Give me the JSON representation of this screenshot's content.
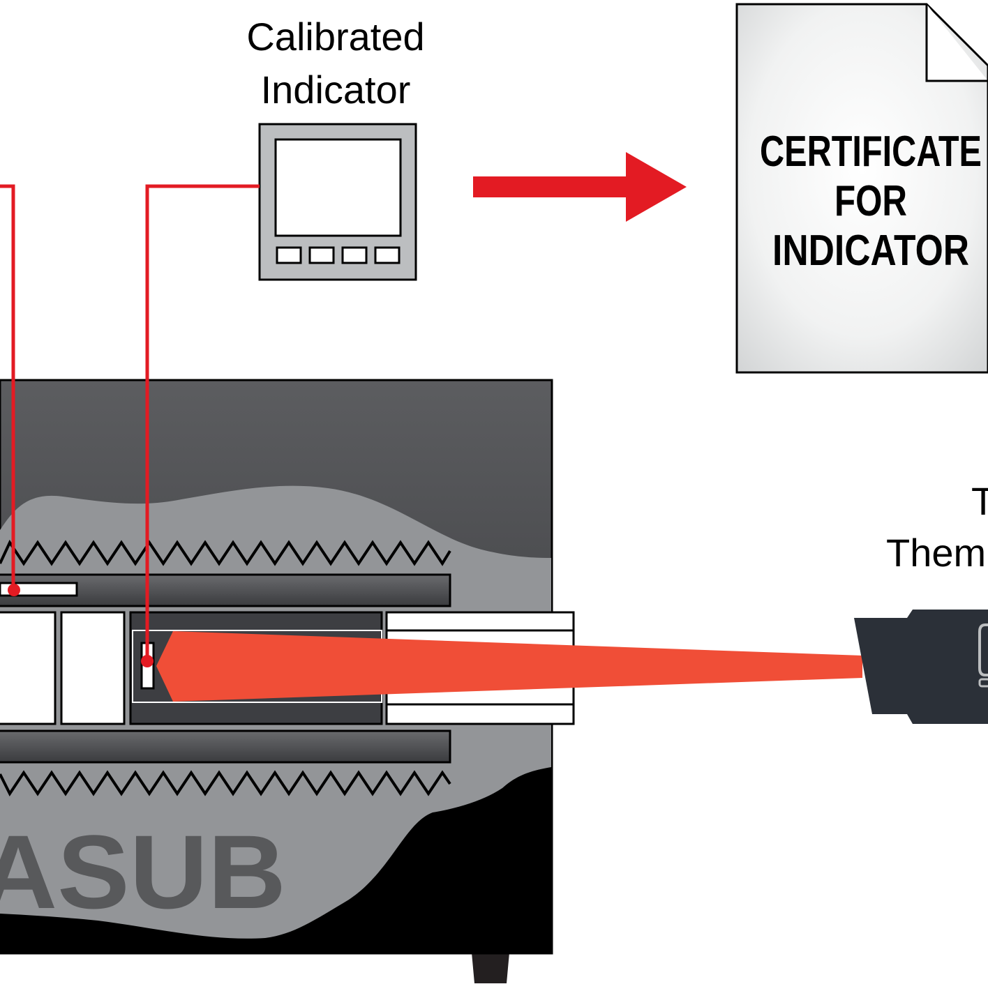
{
  "indicator": {
    "label_line1": "Calibrated",
    "label_line2": "Indicator"
  },
  "certificate": {
    "line1": "CERTIFICATE",
    "line2": "FOR",
    "line3": "INDICATOR"
  },
  "thermometer": {
    "label_line1": "T",
    "label_line2": "Them"
  },
  "furnace": {
    "logo_text": "ASUB"
  },
  "colors": {
    "wire_red": "#e31b23",
    "beam": "#f04e37",
    "furnace_dark": "#3d3e42",
    "furnace_mid": "#939598",
    "indicator_gray": "#bcbec0",
    "thermometer_body": "#2b3038"
  }
}
